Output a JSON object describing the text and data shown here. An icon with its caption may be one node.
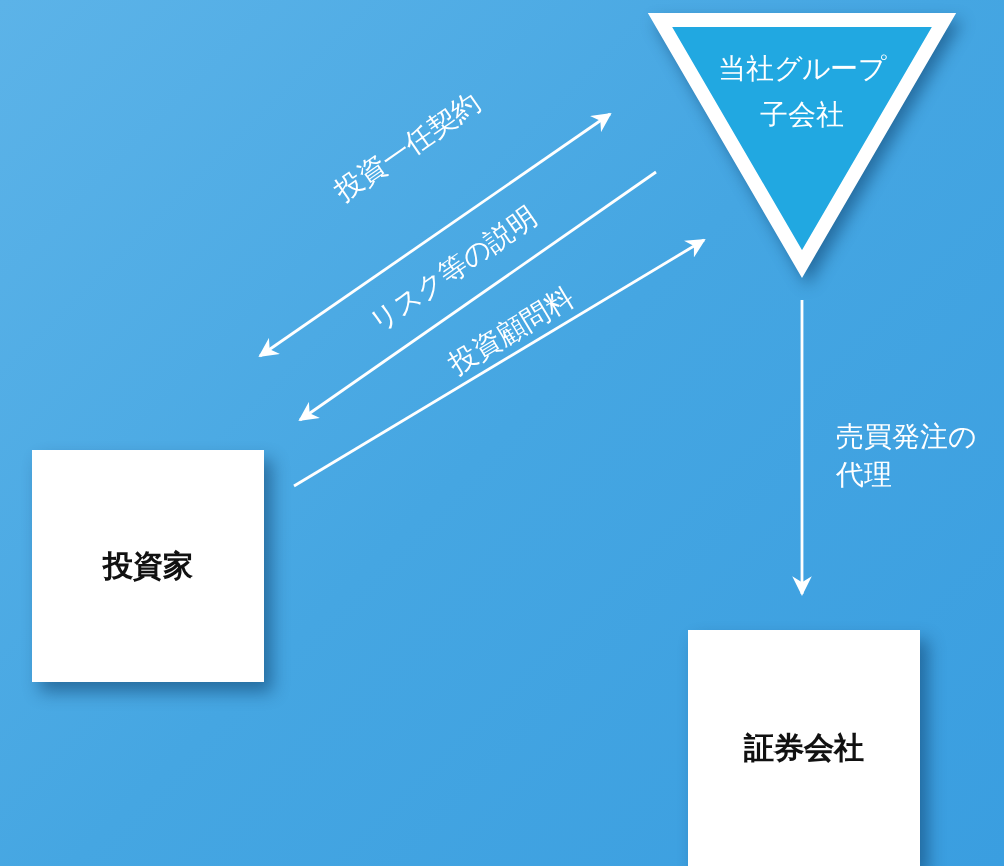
{
  "diagram": {
    "nodes": [
      {
        "text": [
          "当社グループ子会社"
        ]
      },
      {
        "text": [
          "投資家"
        ]
      },
      {
        "text": [
          "証券会社"
        ]
      }
    ],
    "edges": [
      {
        "from": 0,
        "to": 1,
        "arrow": "both",
        "label": "投資一任契約"
      },
      {
        "from": 0,
        "to": 1,
        "arrow": "to",
        "label": "リスク等の説明"
      },
      {
        "from": 1,
        "to": 0,
        "arrow": "to",
        "label": "投資顧問料"
      },
      {
        "from": 0,
        "to": 2,
        "arrow": "to",
        "label": "売買発注の代理"
      }
    ]
  }
}
